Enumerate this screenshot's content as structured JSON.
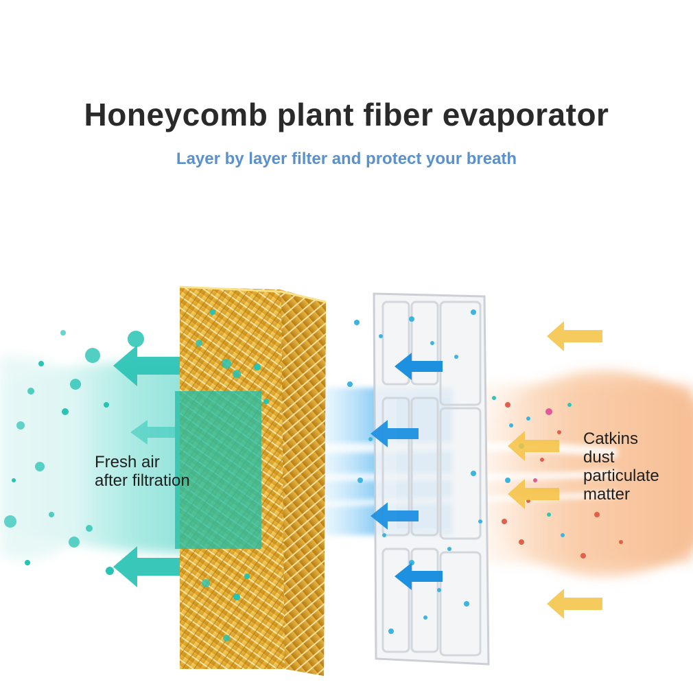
{
  "header": {
    "title": "Honeycomb plant fiber evaporator",
    "subtitle": "Layer by layer filter and protect your breath"
  },
  "labels": {
    "fresh_air": [
      "Fresh air",
      "after filtration"
    ],
    "pollutants": [
      "Catkins",
      "dust",
      "particulate",
      "matter"
    ]
  },
  "colors": {
    "title": "#2a2a2a",
    "subtitle": "#5a90cc",
    "fresh_air_stream": "#2ec4b6",
    "blue_stream": "#1e90e0",
    "honeycomb_gold": "#e0a82e",
    "pollutant_haze": "#f6b98c",
    "incoming_arrows": "#f5c242"
  },
  "icons": {
    "outgoing_arrows": "arrow-left-icon",
    "incoming_arrows": "arrow-left-icon"
  }
}
